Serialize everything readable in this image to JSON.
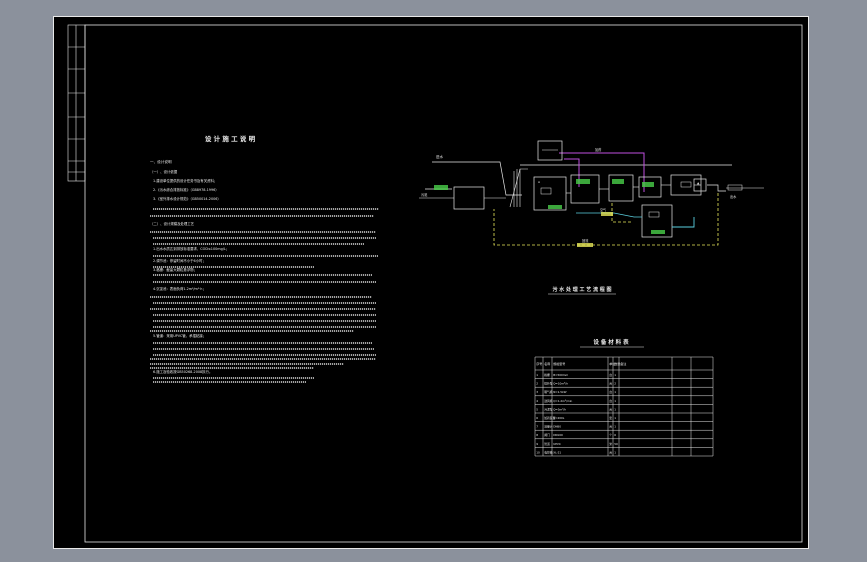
{
  "colors": {
    "background": "#8b919c",
    "sheet": "#000000",
    "line": "#e8e8e8",
    "pipe_return": "#e8e85a",
    "pipe_chem": "#c050e0",
    "pipe_air": "#5ad0e0",
    "label_green": "#4ad04a",
    "label_yellow": "#e8e85a"
  },
  "notes": {
    "title": "设 计 施 工 说 明",
    "section": "一、设计说明",
    "line_1": "（一）、设计依据",
    "line_2": "1.建设单位提供的设计任务书及有关资料；",
    "line_3": "2.《污水综合排放标准》（GB8978-1996）",
    "line_4": "3.《室外排水设计规范》（GB50014-2006）",
    "line_5": "（二）、设计规模及处理工艺",
    "line_6": "1.出水水质达到排放标准要求，COD≤100mg/L；",
    "line_7": "2.调节池：停留时间不小于6小时；",
    "line_8": "3.格栅：截留大颗粒悬浮物；",
    "line_9": "4.沉淀池：表面负荷1.2m³/m²·h；",
    "line_10": "5.管道：采用UPVC管，承插粘接；",
    "line_11": "6.施工及验收按GB50268-2008执行。"
  },
  "process": {
    "title": "污 水 处 理 工 艺 流 程 图",
    "label_influent": "进水",
    "label_effluent": "出水",
    "label_sludge": "污泥",
    "label_return": "回流",
    "label_air": "空气",
    "label_dosing": "加药"
  },
  "equipment": {
    "title": "设 备 材 料 表",
    "headers": [
      "序号",
      "名称",
      "规格型号",
      "单位",
      "数量",
      "备注",
      "",
      ""
    ],
    "rows": [
      [
        "1",
        "格栅",
        "B=500mm",
        "台",
        "1",
        "",
        "",
        ""
      ],
      [
        "2",
        "提升泵",
        "Q=10m³/h",
        "台",
        "2",
        "",
        "",
        ""
      ],
      [
        "3",
        "曝气机",
        "N=1.5kW",
        "台",
        "1",
        "",
        "",
        ""
      ],
      [
        "4",
        "鼓风机",
        "Q=1.2m³/min",
        "台",
        "1",
        "",
        "",
        ""
      ],
      [
        "5",
        "污泥泵",
        "Q=5m³/h",
        "台",
        "1",
        "",
        "",
        ""
      ],
      [
        "6",
        "加药装置",
        "V=200L",
        "套",
        "1",
        "",
        "",
        ""
      ],
      [
        "7",
        "流量计",
        "DN80",
        "台",
        "1",
        "",
        "",
        ""
      ],
      [
        "8",
        "阀门",
        "DN100",
        "个",
        "6",
        "",
        "",
        ""
      ],
      [
        "9",
        "管道",
        "UPVC",
        "米",
        "50",
        "",
        "",
        ""
      ],
      [
        "10",
        "电控箱",
        "XL-21",
        "台",
        "1",
        "",
        "",
        ""
      ]
    ]
  }
}
